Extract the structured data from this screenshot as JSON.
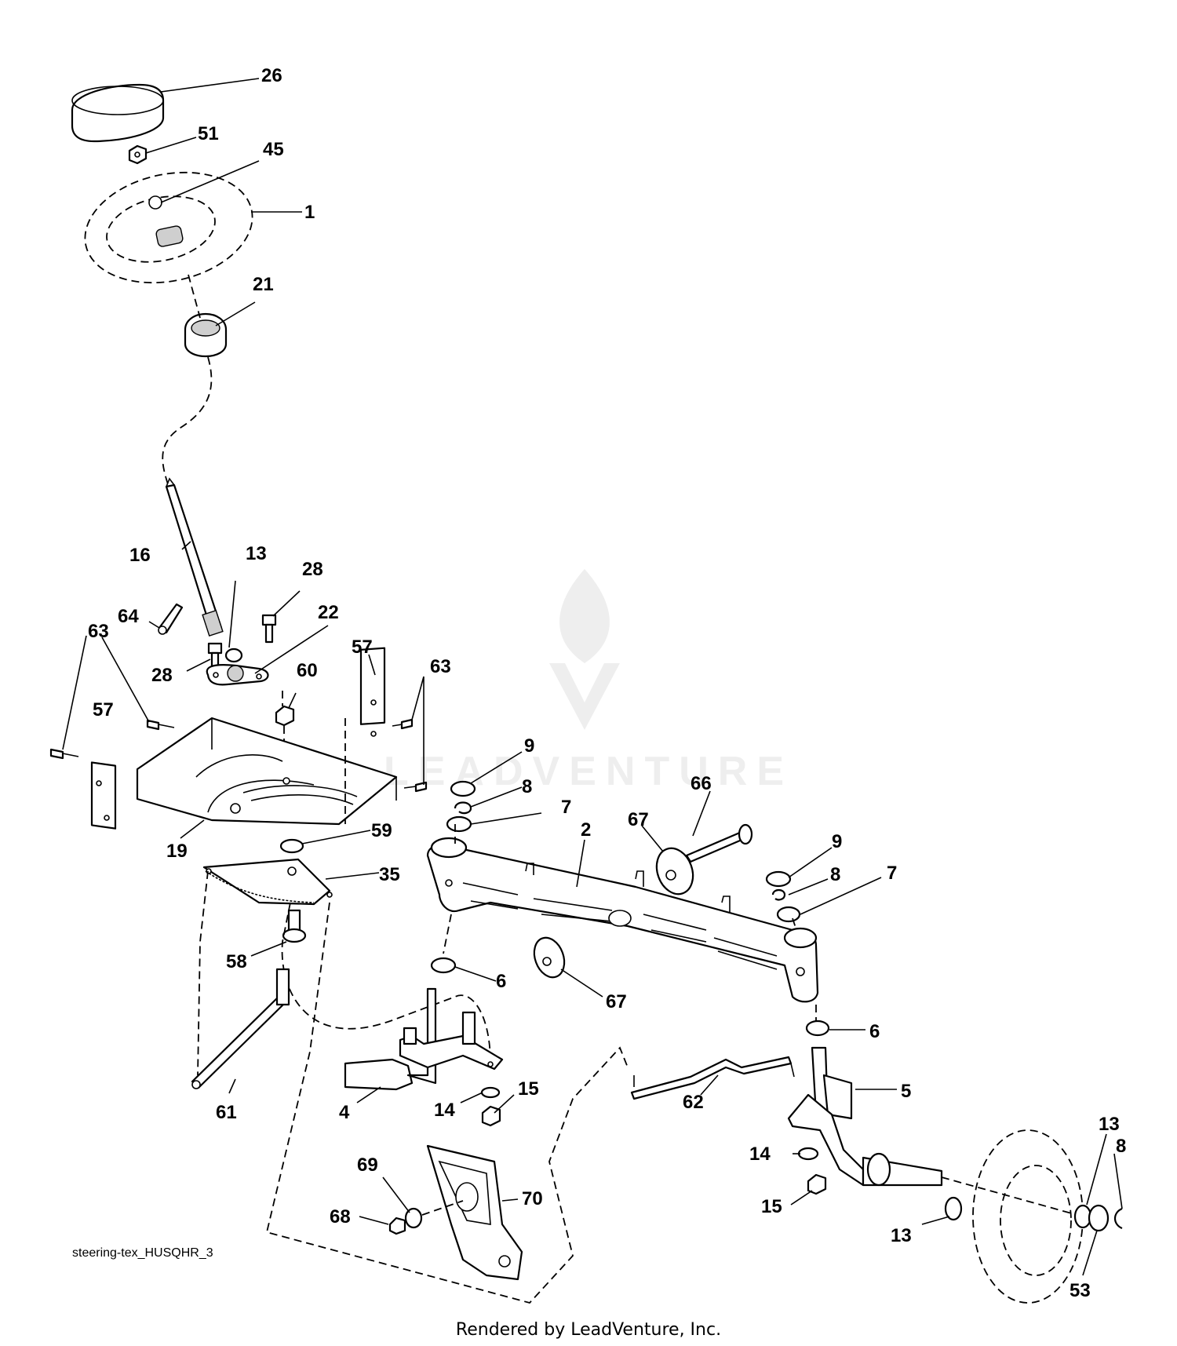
{
  "diagram": {
    "code_label": "steering-tex_HUSQHR_3",
    "footer": "Rendered by LeadVenture, Inc.",
    "watermark": "LEADVENTURE",
    "callouts": {
      "c26": "26",
      "c51": "51",
      "c45": "45",
      "c1": "1",
      "c21": "21",
      "c16": "16",
      "c13a": "13",
      "c28a": "28",
      "c64": "64",
      "c22": "22",
      "c63a": "63",
      "c28b": "28",
      "c57a": "57",
      "c60": "60",
      "c57b": "57",
      "c63b": "63",
      "c19": "19",
      "c59": "59",
      "c35": "35",
      "c58": "58",
      "c9a": "9",
      "c8a": "8",
      "c7a": "7",
      "c2": "2",
      "c66": "66",
      "c67a": "67",
      "c9b": "9",
      "c8b": "8",
      "c7b": "7",
      "c6a": "6",
      "c67b": "67",
      "c6b": "6",
      "c5": "5",
      "c61": "61",
      "c4": "4",
      "c14a": "14",
      "c15a": "15",
      "c62": "62",
      "c13b": "13",
      "c8c": "8",
      "c14b": "14",
      "c69": "69",
      "c70": "70",
      "c68": "68",
      "c15b": "15",
      "c13c": "13",
      "c53": "53"
    }
  }
}
